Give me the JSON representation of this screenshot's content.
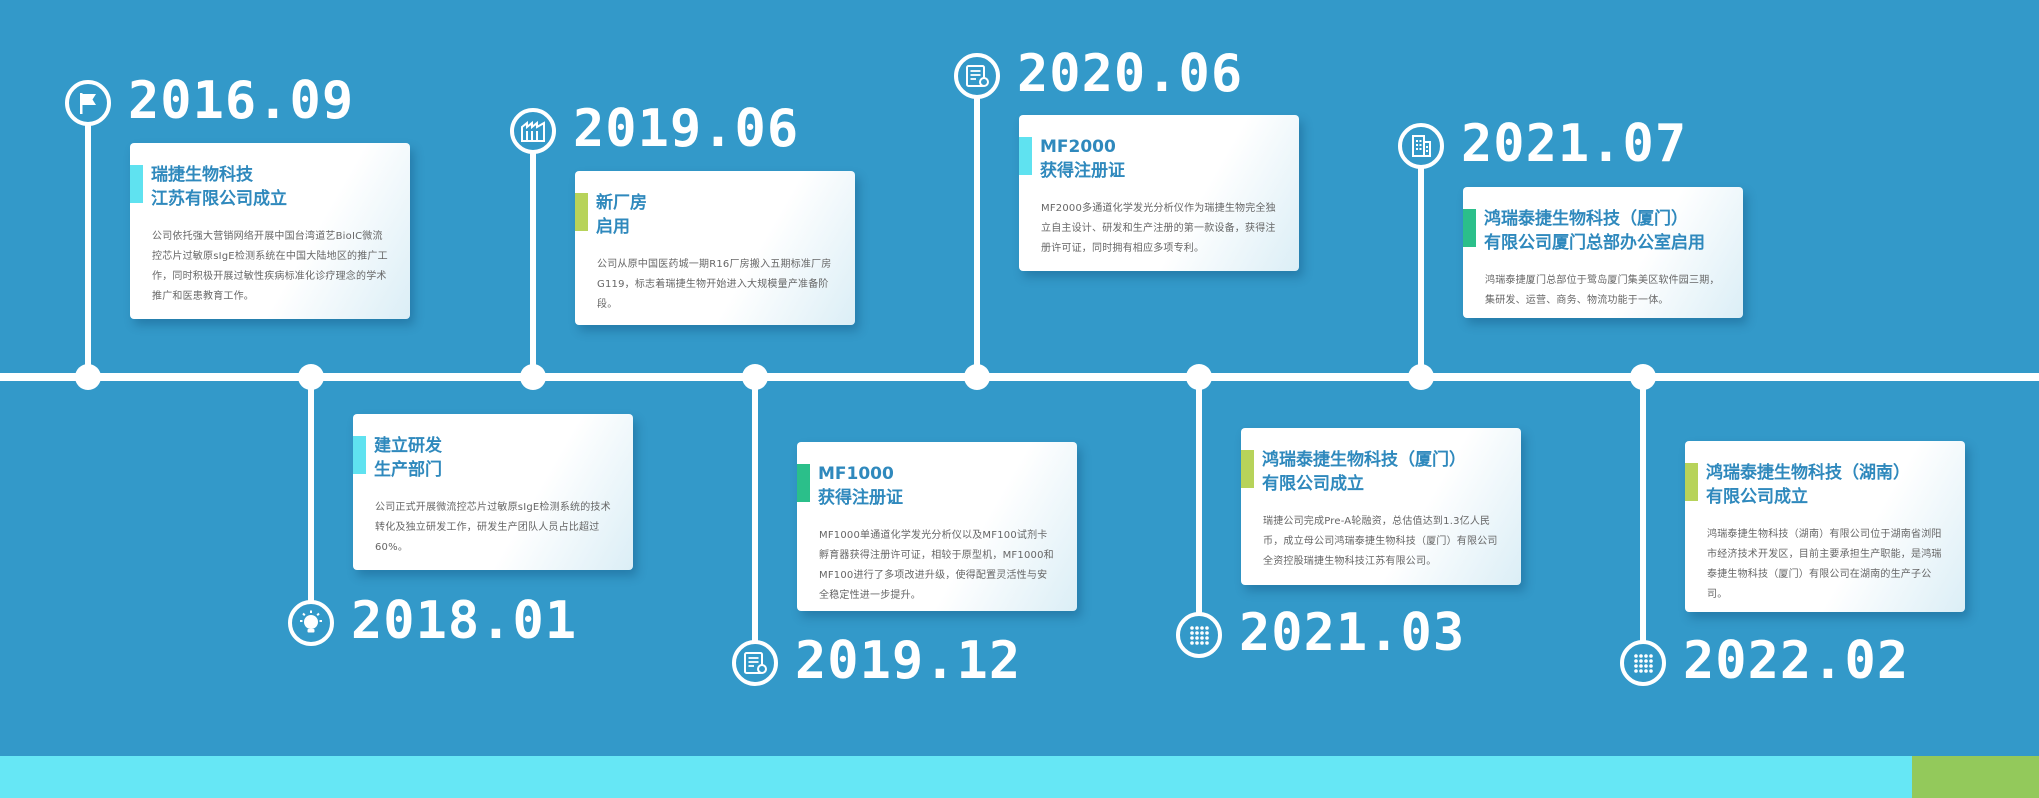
{
  "colors": {
    "background": "#3399c9",
    "line": "#ffffff",
    "title": "#2f89bd",
    "band": "#66e7f5",
    "band_accent": "#93c95b"
  },
  "milestones": [
    {
      "year": "2016.09",
      "icon": "flag-icon",
      "accent": "#5fe2f0",
      "title_lines": [
        "瑞捷生物科技",
        "江苏有限公司成立"
      ],
      "description": "公司依托强大营销网络开展中国台湾道艺BioIC微流控芯片过敏原sIgE检测系统在中国大陆地区的推广工作，同时积极开展过敏性疾病标准化诊疗理念的学术推广和医患教育工作。"
    },
    {
      "year": "2018.01",
      "icon": "lightbulb-icon",
      "accent": "#5fe2f0",
      "title_lines": [
        "建立研发",
        "生产部门"
      ],
      "description": "公司正式开展微流控芯片过敏原sIgE检测系统的技术转化及独立研发工作，研发生产团队人员占比超过60%。"
    },
    {
      "year": "2019.06",
      "icon": "factory-icon",
      "accent": "#b7d35a",
      "title_lines": [
        "新厂房",
        "启用"
      ],
      "description": "公司从原中国医药城一期R16厂房搬入五期标准厂房G119，标志着瑞捷生物开始进入大规模量产准备阶段。"
    },
    {
      "year": "2019.12",
      "icon": "certificate-icon",
      "accent": "#2bbf8a",
      "title_lines": [
        "MF1000",
        "获得注册证"
      ],
      "description": "MF1000单通道化学发光分析仪以及MF100试剂卡孵育器获得注册许可证，相较于原型机，MF1000和MF100进行了多项改进升级，使得配置灵活性与安全稳定性进一步提升。"
    },
    {
      "year": "2020.06",
      "icon": "certificate-icon",
      "accent": "#5fe2f0",
      "title_lines": [
        "MF2000",
        "获得注册证"
      ],
      "description": "MF2000多通道化学发光分析仪作为瑞捷生物完全独立自主设计、研发和生产注册的第一款设备，获得注册许可证，同时拥有相应多项专利。"
    },
    {
      "year": "2021.03",
      "icon": "chip-icon",
      "accent": "#b7d35a",
      "title_lines": [
        "鸿瑞泰捷生物科技（厦门）",
        "有限公司成立"
      ],
      "description": "瑞捷公司完成Pre-A轮融资，总估值达到1.3亿人民币，成立母公司鸿瑞泰捷生物科技（厦门）有限公司全资控股瑞捷生物科技江苏有限公司。"
    },
    {
      "year": "2021.07",
      "icon": "building-icon",
      "accent": "#2bbf8a",
      "title_lines": [
        "鸿瑞泰捷生物科技（厦门）",
        "有限公司厦门总部办公室启用"
      ],
      "description": "鸿瑞泰捷厦门总部位于鹭岛厦门集美区软件园三期，集研发、运营、商务、物流功能于一体。"
    },
    {
      "year": "2022.02",
      "icon": "chip-icon",
      "accent": "#b7d35a",
      "title_lines": [
        "鸿瑞泰捷生物科技（湖南）",
        "有限公司成立"
      ],
      "description": "鸿瑞泰捷生物科技（湖南）有限公司位于湖南省浏阳市经济技术开发区，目前主要承担生产职能，是鸿瑞泰捷生物科技（厦门）有限公司在湖南的生产子公司。"
    }
  ]
}
